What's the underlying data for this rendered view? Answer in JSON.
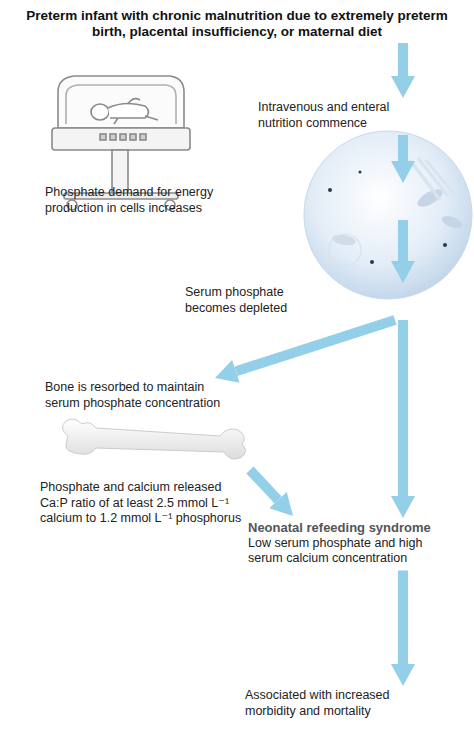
{
  "diagram": {
    "nodes": [
      {
        "text": [
          "Preterm infant with chronic malnutrition due to extremely preterm birth, placental insufficiency, or maternal diet"
        ]
      },
      {
        "text": [
          "Intravenous and enteral nutrition commence"
        ]
      },
      {
        "text": [
          "Phosphate demand for energy production in cells increases"
        ]
      },
      {
        "text": [
          "Serum phosphate becomes depleted"
        ]
      },
      {
        "text": [
          "Bone is resorbed to maintain serum phosphate concentration"
        ]
      },
      {
        "text": [
          "Neonatal refeeding syndrome",
          "Low serum phosphate and high serum calcium concentration"
        ]
      },
      {
        "text": [
          "Associated with increased morbidity and mortality"
        ]
      }
    ],
    "edges": [
      {
        "from": 0,
        "to": 1,
        "arrow": "to"
      },
      {
        "from": 1,
        "to": 2,
        "arrow": "to"
      },
      {
        "from": 2,
        "to": 3,
        "arrow": "to"
      },
      {
        "from": 3,
        "to": 4,
        "arrow": "to"
      },
      {
        "from": 3,
        "to": 5,
        "arrow": "to"
      },
      {
        "from": 4,
        "to": 5,
        "label": "Phosphate and calcium released Ca:P ratio of at least 2.5 mmol L⁻¹ calcium to 1.2 mmol L⁻¹ phosphorus",
        "arrow": "to"
      },
      {
        "from": 5,
        "to": 6,
        "arrow": "to"
      }
    ]
  }
}
